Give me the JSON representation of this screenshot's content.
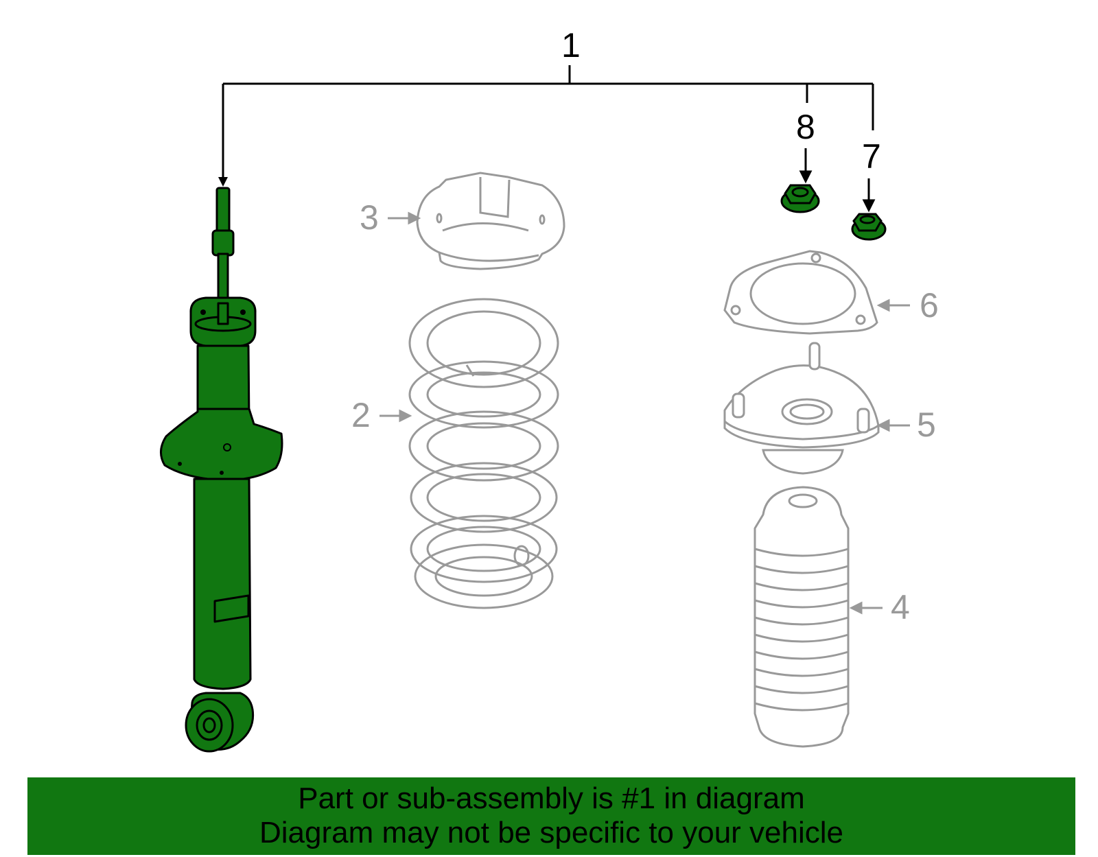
{
  "colors": {
    "highlight_fill": "#117711",
    "outline_gray": "#999999",
    "outline_black": "#000000",
    "banner_bg": "#117711"
  },
  "callouts": [
    {
      "id": "1",
      "label": "1",
      "part": "shock-absorber-assembly"
    },
    {
      "id": "2",
      "label": "2",
      "part": "coil-spring"
    },
    {
      "id": "3",
      "label": "3",
      "part": "spring-insulator"
    },
    {
      "id": "4",
      "label": "4",
      "part": "dust-boot"
    },
    {
      "id": "5",
      "label": "5",
      "part": "strut-mount"
    },
    {
      "id": "6",
      "label": "6",
      "part": "mount-plate"
    },
    {
      "id": "7",
      "label": "7",
      "part": "nut"
    },
    {
      "id": "8",
      "label": "8",
      "part": "nut"
    }
  ],
  "banner": {
    "line1": "Part or sub-assembly is #1 in diagram",
    "line2": "Diagram may not be specific to your vehicle"
  }
}
